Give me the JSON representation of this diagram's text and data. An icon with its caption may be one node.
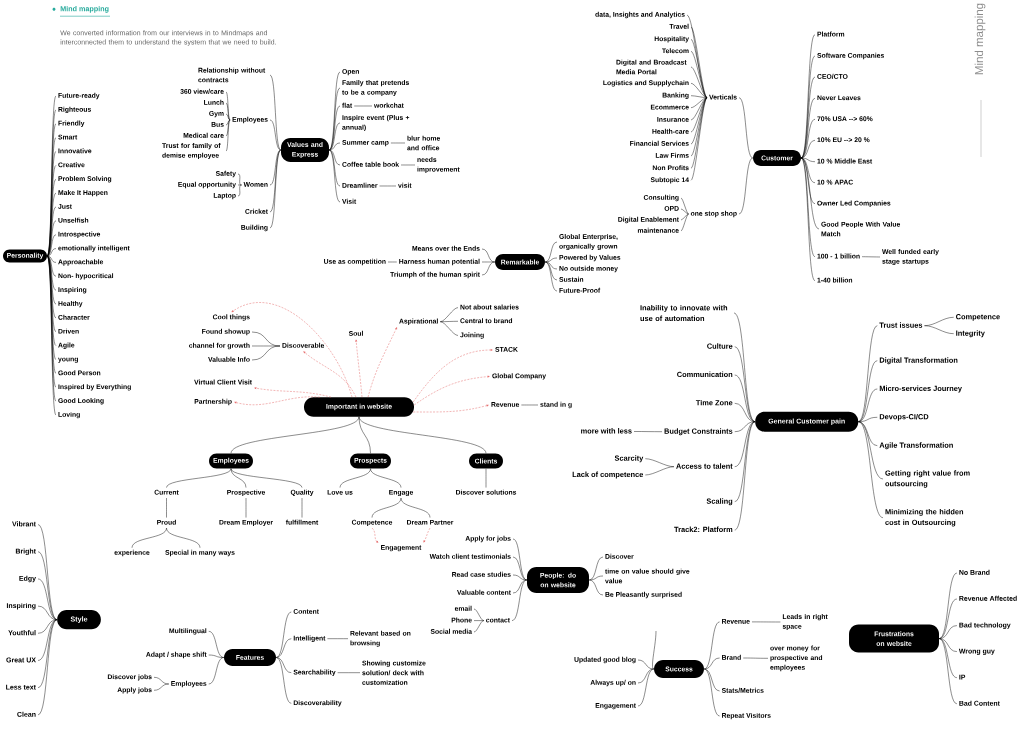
{
  "diagram": {
    "title": "Mind mapping",
    "nodes": [
      {
        "text": [
          "Personality"
        ]
      },
      {
        "text": [
          "Future-ready"
        ]
      },
      {
        "text": [
          "Righteous"
        ]
      },
      {
        "text": [
          "Friendly"
        ]
      },
      {
        "text": [
          "Smart"
        ]
      },
      {
        "text": [
          "Innovative"
        ]
      },
      {
        "text": [
          "Creative"
        ]
      },
      {
        "text": [
          "Problem Solving"
        ]
      },
      {
        "text": [
          "Make It Happen"
        ]
      },
      {
        "text": [
          "Just"
        ]
      },
      {
        "text": [
          "Unselfish"
        ]
      },
      {
        "text": [
          "Introspective"
        ]
      },
      {
        "text": [
          "emotionally intelligent"
        ]
      },
      {
        "text": [
          "Approachable"
        ]
      },
      {
        "text": [
          "Non- hypocritical"
        ]
      },
      {
        "text": [
          "Inspiring"
        ]
      },
      {
        "text": [
          "Healthy"
        ]
      },
      {
        "text": [
          "Character"
        ]
      },
      {
        "text": [
          "Driven"
        ]
      },
      {
        "text": [
          "Agile"
        ]
      },
      {
        "text": [
          "young"
        ]
      },
      {
        "text": [
          "Good Person"
        ]
      },
      {
        "text": [
          "Inspired by Everything"
        ]
      },
      {
        "text": [
          "Good Looking"
        ]
      },
      {
        "text": [
          "Loving"
        ]
      },
      {
        "text": [
          "Values and Express"
        ]
      },
      {
        "text": [
          "Relationship without contracts"
        ]
      },
      {
        "text": [
          "Employees"
        ]
      },
      {
        "text": [
          "360 view/care"
        ]
      },
      {
        "text": [
          "Lunch"
        ]
      },
      {
        "text": [
          "Gym"
        ]
      },
      {
        "text": [
          "Bus"
        ]
      },
      {
        "text": [
          "Medical care"
        ]
      },
      {
        "text": [
          "Trust for family of demise employee"
        ]
      },
      {
        "text": [
          "Women"
        ]
      },
      {
        "text": [
          "Safety"
        ]
      },
      {
        "text": [
          "Equal opportunity"
        ]
      },
      {
        "text": [
          "Laptop"
        ]
      },
      {
        "text": [
          "Cricket"
        ]
      },
      {
        "text": [
          "Building"
        ]
      },
      {
        "text": [
          "Open"
        ]
      },
      {
        "text": [
          "Family that pretends to be a company"
        ]
      },
      {
        "text": [
          "flat"
        ]
      },
      {
        "text": [
          "workchat"
        ]
      },
      {
        "text": [
          "Inspire event (Plus + annual)"
        ]
      },
      {
        "text": [
          "Summer camp"
        ]
      },
      {
        "text": [
          "blur home and office"
        ]
      },
      {
        "text": [
          "Coffee table book"
        ]
      },
      {
        "text": [
          "needs improvement"
        ]
      },
      {
        "text": [
          "Dreamliner"
        ]
      },
      {
        "text": [
          "visit"
        ]
      },
      {
        "text": [
          "Visit"
        ]
      },
      {
        "text": [
          "Remarkable"
        ]
      },
      {
        "text": [
          "Means over the Ends"
        ]
      },
      {
        "text": [
          "Harness human potential"
        ]
      },
      {
        "text": [
          "Use as competition"
        ]
      },
      {
        "text": [
          "Triumph of the human spirit"
        ]
      },
      {
        "text": [
          "Global Enterprise, organically grown"
        ]
      },
      {
        "text": [
          "Powered by Values"
        ]
      },
      {
        "text": [
          "No outside money"
        ]
      },
      {
        "text": [
          "Sustain"
        ]
      },
      {
        "text": [
          "Future-Proof"
        ]
      },
      {
        "text": [
          "Customer"
        ]
      },
      {
        "text": [
          "Verticals"
        ]
      },
      {
        "text": [
          "data, Insights and Analytics"
        ]
      },
      {
        "text": [
          "Travel"
        ]
      },
      {
        "text": [
          "Hospitality"
        ]
      },
      {
        "text": [
          "Telecom"
        ]
      },
      {
        "text": [
          "Digital and Broadcast Media Portal"
        ]
      },
      {
        "text": [
          "Logistics and Supplychain"
        ]
      },
      {
        "text": [
          "Banking"
        ]
      },
      {
        "text": [
          "Ecommerce"
        ]
      },
      {
        "text": [
          "Insurance"
        ]
      },
      {
        "text": [
          "Health-care"
        ]
      },
      {
        "text": [
          "Financial Services"
        ]
      },
      {
        "text": [
          "Law Firms"
        ]
      },
      {
        "text": [
          "Non Profits"
        ]
      },
      {
        "text": [
          "Subtopic 14"
        ]
      },
      {
        "text": [
          "one stop shop"
        ]
      },
      {
        "text": [
          "Consulting"
        ]
      },
      {
        "text": [
          "OPD"
        ]
      },
      {
        "text": [
          "Digital Enablement"
        ]
      },
      {
        "text": [
          "maintenance"
        ]
      },
      {
        "text": [
          "Platform"
        ]
      },
      {
        "text": [
          "Software Companies"
        ]
      },
      {
        "text": [
          "CEO/CTO"
        ]
      },
      {
        "text": [
          "Never Leaves"
        ]
      },
      {
        "text": [
          "70% USA --> 60%"
        ]
      },
      {
        "text": [
          "10% EU --> 20 %"
        ]
      },
      {
        "text": [
          "10 % Middle East"
        ]
      },
      {
        "text": [
          "10 % APAC"
        ]
      },
      {
        "text": [
          "Owner Led Companies"
        ]
      },
      {
        "text": [
          "Good People With Value Match"
        ]
      },
      {
        "text": [
          "100 - 1 billion"
        ]
      },
      {
        "text": [
          "Well funded early stage startups"
        ]
      },
      {
        "text": [
          "1-40 billion"
        ]
      },
      {
        "text": [
          "Important in website"
        ]
      },
      {
        "text": [
          "Cool things"
        ]
      },
      {
        "text": [
          "Discoverable"
        ]
      },
      {
        "text": [
          "Found showup"
        ]
      },
      {
        "text": [
          "channel for growth"
        ]
      },
      {
        "text": [
          "Valuable Info"
        ]
      },
      {
        "text": [
          "Soul"
        ]
      },
      {
        "text": [
          "Aspirational"
        ]
      },
      {
        "text": [
          "Not about salaries"
        ]
      },
      {
        "text": [
          "Central to brand"
        ]
      },
      {
        "text": [
          "Joining"
        ]
      },
      {
        "text": [
          "STACK"
        ]
      },
      {
        "text": [
          "Global Company"
        ]
      },
      {
        "text": [
          "Revenue"
        ]
      },
      {
        "text": [
          "stand in g"
        ]
      },
      {
        "text": [
          "Virtual Client Visit"
        ]
      },
      {
        "text": [
          "Partnership"
        ]
      },
      {
        "text": [
          "Employees"
        ]
      },
      {
        "text": [
          "Prospects"
        ]
      },
      {
        "text": [
          "Clients"
        ]
      },
      {
        "text": [
          "Current"
        ]
      },
      {
        "text": [
          "Prospective"
        ]
      },
      {
        "text": [
          "Quality"
        ]
      },
      {
        "text": [
          "Proud"
        ]
      },
      {
        "text": [
          "experience"
        ]
      },
      {
        "text": [
          "Special in many ways"
        ]
      },
      {
        "text": [
          "Dream Employer"
        ]
      },
      {
        "text": [
          "fulfillment"
        ]
      },
      {
        "text": [
          "Love us"
        ]
      },
      {
        "text": [
          "Engage"
        ]
      },
      {
        "text": [
          "Competence"
        ]
      },
      {
        "text": [
          "Dream Partner"
        ]
      },
      {
        "text": [
          "Engagement"
        ]
      },
      {
        "text": [
          "Discover solutions"
        ]
      },
      {
        "text": [
          "General Customer pain"
        ]
      },
      {
        "text": [
          "Inability to innovate with use of automation"
        ]
      },
      {
        "text": [
          "Culture"
        ]
      },
      {
        "text": [
          "Communication"
        ]
      },
      {
        "text": [
          "Time Zone"
        ]
      },
      {
        "text": [
          "Budget Constraints"
        ]
      },
      {
        "text": [
          "more with less"
        ]
      },
      {
        "text": [
          "Access to talent"
        ]
      },
      {
        "text": [
          "Scarcity"
        ]
      },
      {
        "text": [
          "Lack of competence"
        ]
      },
      {
        "text": [
          "Scaling"
        ]
      },
      {
        "text": [
          "Track2: Platform"
        ]
      },
      {
        "text": [
          "Trust issues"
        ]
      },
      {
        "text": [
          "Competence"
        ]
      },
      {
        "text": [
          "Integrity"
        ]
      },
      {
        "text": [
          "Digital Transformation"
        ]
      },
      {
        "text": [
          "Micro-services Journey"
        ]
      },
      {
        "text": [
          "Devops-CI/CD"
        ]
      },
      {
        "text": [
          "Agile Transformation"
        ]
      },
      {
        "text": [
          "Getting right value from outsourcing"
        ]
      },
      {
        "text": [
          "Minimizing the hidden cost in Outsourcing"
        ]
      },
      {
        "text": [
          "People: do on website"
        ]
      },
      {
        "text": [
          "Apply for jobs"
        ]
      },
      {
        "text": [
          "Watch client testimonials"
        ]
      },
      {
        "text": [
          "Read case studies"
        ]
      },
      {
        "text": [
          "Valuable content"
        ]
      },
      {
        "text": [
          "contact"
        ]
      },
      {
        "text": [
          "email"
        ]
      },
      {
        "text": [
          "Phone"
        ]
      },
      {
        "text": [
          "Social media"
        ]
      },
      {
        "text": [
          "Discover"
        ]
      },
      {
        "text": [
          "time on value should give value"
        ]
      },
      {
        "text": [
          "Be Pleasantly surprised"
        ]
      },
      {
        "text": [
          "Style"
        ]
      },
      {
        "text": [
          "Vibrant"
        ]
      },
      {
        "text": [
          "Bright"
        ]
      },
      {
        "text": [
          "Edgy"
        ]
      },
      {
        "text": [
          "Inspiring"
        ]
      },
      {
        "text": [
          "Youthful"
        ]
      },
      {
        "text": [
          "Great UX"
        ]
      },
      {
        "text": [
          "Less text"
        ]
      },
      {
        "text": [
          "Clean"
        ]
      },
      {
        "text": [
          "Features"
        ]
      },
      {
        "text": [
          "Multilingual"
        ]
      },
      {
        "text": [
          "Adapt / shape shift"
        ]
      },
      {
        "text": [
          "Employees"
        ]
      },
      {
        "text": [
          "Discover jobs"
        ]
      },
      {
        "text": [
          "Apply jobs"
        ]
      },
      {
        "text": [
          "Content"
        ]
      },
      {
        "text": [
          "Intelligent"
        ]
      },
      {
        "text": [
          "Relevant based on browsing"
        ]
      },
      {
        "text": [
          "Searchability"
        ]
      },
      {
        "text": [
          "Showing customize solution/ deck with customization"
        ]
      },
      {
        "text": [
          "Discoverability"
        ]
      },
      {
        "text": [
          "Success"
        ]
      },
      {
        "text": [
          "Updated good blog"
        ]
      },
      {
        "text": [
          "Always up/ on"
        ]
      },
      {
        "text": [
          "Engagement"
        ]
      },
      {
        "text": [
          "Revenue"
        ]
      },
      {
        "text": [
          "Leads in right space"
        ]
      },
      {
        "text": [
          "Brand"
        ]
      },
      {
        "text": [
          "over money for prospective and employees"
        ]
      },
      {
        "text": [
          "Stats/Metrics"
        ]
      },
      {
        "text": [
          "Repeat Visitors"
        ]
      },
      {
        "text": [
          "Frustrations on website"
        ]
      },
      {
        "text": [
          "No Brand"
        ]
      },
      {
        "text": [
          "Revenue Affected"
        ]
      },
      {
        "text": [
          "Bad technology"
        ]
      },
      {
        "text": [
          "Wrong guy"
        ]
      },
      {
        "text": [
          "IP"
        ]
      },
      {
        "text": [
          "Bad Content"
        ]
      }
    ],
    "edges": [
      {
        "from": 0,
        "to": 1,
        "arrow": "none"
      },
      {
        "from": 0,
        "to": 2,
        "arrow": "none"
      },
      {
        "from": 0,
        "to": 3,
        "arrow": "none"
      },
      {
        "from": 0,
        "to": 4,
        "arrow": "none"
      },
      {
        "from": 0,
        "to": 5,
        "arrow": "none"
      },
      {
        "from": 0,
        "to": 6,
        "arrow": "none"
      },
      {
        "from": 0,
        "to": 7,
        "arrow": "none"
      },
      {
        "from": 0,
        "to": 8,
        "arrow": "none"
      },
      {
        "from": 0,
        "to": 9,
        "arrow": "none"
      },
      {
        "from": 0,
        "to": 10,
        "arrow": "none"
      },
      {
        "from": 0,
        "to": 11,
        "arrow": "none"
      },
      {
        "from": 0,
        "to": 12,
        "arrow": "none"
      },
      {
        "from": 0,
        "to": 13,
        "arrow": "none"
      },
      {
        "from": 0,
        "to": 14,
        "arrow": "none"
      },
      {
        "from": 0,
        "to": 15,
        "arrow": "none"
      },
      {
        "from": 0,
        "to": 16,
        "arrow": "none"
      },
      {
        "from": 0,
        "to": 17,
        "arrow": "none"
      },
      {
        "from": 0,
        "to": 18,
        "arrow": "none"
      },
      {
        "from": 0,
        "to": 19,
        "arrow": "none"
      },
      {
        "from": 0,
        "to": 20,
        "arrow": "none"
      },
      {
        "from": 0,
        "to": 21,
        "arrow": "none"
      },
      {
        "from": 0,
        "to": 22,
        "arrow": "none"
      },
      {
        "from": 0,
        "to": 23,
        "arrow": "none"
      },
      {
        "from": 0,
        "to": 24,
        "arrow": "none"
      },
      {
        "from": 25,
        "to": 26,
        "arrow": "none"
      },
      {
        "from": 25,
        "to": 27,
        "arrow": "none"
      },
      {
        "from": 27,
        "to": 28,
        "arrow": "none"
      },
      {
        "from": 27,
        "to": 29,
        "arrow": "none"
      },
      {
        "from": 27,
        "to": 30,
        "arrow": "none"
      },
      {
        "from": 27,
        "to": 31,
        "arrow": "none"
      },
      {
        "from": 27,
        "to": 32,
        "arrow": "none"
      },
      {
        "from": 27,
        "to": 33,
        "arrow": "none"
      },
      {
        "from": 25,
        "to": 34,
        "arrow": "none"
      },
      {
        "from": 34,
        "to": 35,
        "arrow": "none"
      },
      {
        "from": 34,
        "to": 36,
        "arrow": "none"
      },
      {
        "from": 34,
        "to": 37,
        "arrow": "none"
      },
      {
        "from": 25,
        "to": 38,
        "arrow": "none"
      },
      {
        "from": 25,
        "to": 39,
        "arrow": "none"
      },
      {
        "from": 25,
        "to": 40,
        "arrow": "none"
      },
      {
        "from": 25,
        "to": 41,
        "arrow": "none"
      },
      {
        "from": 25,
        "to": 42,
        "arrow": "none"
      },
      {
        "from": 42,
        "to": 43,
        "arrow": "none"
      },
      {
        "from": 25,
        "to": 44,
        "arrow": "none"
      },
      {
        "from": 25,
        "to": 45,
        "arrow": "none"
      },
      {
        "from": 45,
        "to": 46,
        "arrow": "none"
      },
      {
        "from": 25,
        "to": 47,
        "arrow": "none"
      },
      {
        "from": 47,
        "to": 48,
        "arrow": "none"
      },
      {
        "from": 25,
        "to": 49,
        "arrow": "none"
      },
      {
        "from": 49,
        "to": 50,
        "arrow": "none"
      },
      {
        "from": 25,
        "to": 51,
        "arrow": "none"
      },
      {
        "from": 52,
        "to": 53,
        "arrow": "none"
      },
      {
        "from": 52,
        "to": 54,
        "arrow": "none"
      },
      {
        "from": 54,
        "to": 55,
        "arrow": "none"
      },
      {
        "from": 52,
        "to": 56,
        "arrow": "none"
      },
      {
        "from": 52,
        "to": 57,
        "arrow": "none"
      },
      {
        "from": 52,
        "to": 58,
        "arrow": "none"
      },
      {
        "from": 52,
        "to": 59,
        "arrow": "none"
      },
      {
        "from": 52,
        "to": 60,
        "arrow": "none"
      },
      {
        "from": 52,
        "to": 61,
        "arrow": "none"
      },
      {
        "from": 62,
        "to": 63,
        "arrow": "none"
      },
      {
        "from": 63,
        "to": 64,
        "arrow": "none"
      },
      {
        "from": 63,
        "to": 65,
        "arrow": "none"
      },
      {
        "from": 63,
        "to": 66,
        "arrow": "none"
      },
      {
        "from": 63,
        "to": 67,
        "arrow": "none"
      },
      {
        "from": 63,
        "to": 68,
        "arrow": "none"
      },
      {
        "from": 63,
        "to": 69,
        "arrow": "none"
      },
      {
        "from": 63,
        "to": 70,
        "arrow": "none"
      },
      {
        "from": 63,
        "to": 71,
        "arrow": "none"
      },
      {
        "from": 63,
        "to": 72,
        "arrow": "none"
      },
      {
        "from": 63,
        "to": 73,
        "arrow": "none"
      },
      {
        "from": 63,
        "to": 74,
        "arrow": "none"
      },
      {
        "from": 63,
        "to": 75,
        "arrow": "none"
      },
      {
        "from": 63,
        "to": 76,
        "arrow": "none"
      },
      {
        "from": 63,
        "to": 77,
        "arrow": "none"
      },
      {
        "from": 62,
        "to": 78,
        "arrow": "none"
      },
      {
        "from": 78,
        "to": 79,
        "arrow": "none"
      },
      {
        "from": 78,
        "to": 80,
        "arrow": "none"
      },
      {
        "from": 78,
        "to": 81,
        "arrow": "none"
      },
      {
        "from": 78,
        "to": 82,
        "arrow": "none"
      },
      {
        "from": 62,
        "to": 83,
        "arrow": "none"
      },
      {
        "from": 62,
        "to": 84,
        "arrow": "none"
      },
      {
        "from": 62,
        "to": 85,
        "arrow": "none"
      },
      {
        "from": 62,
        "to": 86,
        "arrow": "none"
      },
      {
        "from": 62,
        "to": 87,
        "arrow": "none"
      },
      {
        "from": 62,
        "to": 88,
        "arrow": "none"
      },
      {
        "from": 62,
        "to": 89,
        "arrow": "none"
      },
      {
        "from": 62,
        "to": 90,
        "arrow": "none"
      },
      {
        "from": 62,
        "to": 91,
        "arrow": "none"
      },
      {
        "from": 62,
        "to": 92,
        "arrow": "none"
      },
      {
        "from": 62,
        "to": 93,
        "arrow": "none"
      },
      {
        "from": 93,
        "to": 94,
        "arrow": "none"
      },
      {
        "from": 62,
        "to": 95,
        "arrow": "none"
      },
      {
        "from": 96,
        "to": 97,
        "arrow": "to",
        "style": "dashed",
        "color": "#e35d5d"
      },
      {
        "from": 96,
        "to": 98,
        "arrow": "to",
        "style": "dashed",
        "color": "#e35d5d"
      },
      {
        "from": 98,
        "to": 99,
        "arrow": "none"
      },
      {
        "from": 98,
        "to": 100,
        "arrow": "none"
      },
      {
        "from": 98,
        "to": 101,
        "arrow": "none"
      },
      {
        "from": 96,
        "to": 102,
        "arrow": "to",
        "style": "dashed",
        "color": "#e35d5d"
      },
      {
        "from": 96,
        "to": 103,
        "arrow": "to",
        "style": "dashed",
        "color": "#e35d5d"
      },
      {
        "from": 103,
        "to": 104,
        "arrow": "none"
      },
      {
        "from": 103,
        "to": 105,
        "arrow": "none"
      },
      {
        "from": 103,
        "to": 106,
        "arrow": "none"
      },
      {
        "from": 96,
        "to": 107,
        "arrow": "to",
        "style": "dashed",
        "color": "#e35d5d"
      },
      {
        "from": 96,
        "to": 108,
        "arrow": "to",
        "style": "dashed",
        "color": "#e35d5d"
      },
      {
        "from": 96,
        "to": 109,
        "arrow": "to",
        "style": "dashed",
        "color": "#e35d5d"
      },
      {
        "from": 109,
        "to": 110,
        "arrow": "none"
      },
      {
        "from": 96,
        "to": 111,
        "arrow": "to",
        "style": "dashed",
        "color": "#e35d5d"
      },
      {
        "from": 96,
        "to": 112,
        "arrow": "to",
        "style": "dashed",
        "color": "#e35d5d"
      },
      {
        "from": 96,
        "to": 113,
        "arrow": "none"
      },
      {
        "from": 96,
        "to": 114,
        "arrow": "none"
      },
      {
        "from": 96,
        "to": 115,
        "arrow": "none"
      },
      {
        "from": 113,
        "to": 116,
        "arrow": "none"
      },
      {
        "from": 113,
        "to": 117,
        "arrow": "none"
      },
      {
        "from": 113,
        "to": 118,
        "arrow": "none"
      },
      {
        "from": 116,
        "to": 119,
        "arrow": "none"
      },
      {
        "from": 119,
        "to": 120,
        "arrow": "none"
      },
      {
        "from": 119,
        "to": 121,
        "arrow": "none"
      },
      {
        "from": 117,
        "to": 122,
        "arrow": "none"
      },
      {
        "from": 118,
        "to": 123,
        "arrow": "none"
      },
      {
        "from": 114,
        "to": 124,
        "arrow": "none"
      },
      {
        "from": 114,
        "to": 125,
        "arrow": "none"
      },
      {
        "from": 125,
        "to": 126,
        "arrow": "none"
      },
      {
        "from": 125,
        "to": 127,
        "arrow": "none"
      },
      {
        "from": 126,
        "to": 128,
        "arrow": "to",
        "style": "dashed",
        "color": "#e35d5d"
      },
      {
        "from": 127,
        "to": 128,
        "arrow": "to",
        "style": "dashed",
        "color": "#e35d5d"
      },
      {
        "from": 115,
        "to": 129,
        "arrow": "none"
      },
      {
        "from": 130,
        "to": 131,
        "arrow": "none"
      },
      {
        "from": 130,
        "to": 132,
        "arrow": "none"
      },
      {
        "from": 130,
        "to": 133,
        "arrow": "none"
      },
      {
        "from": 130,
        "to": 134,
        "arrow": "none"
      },
      {
        "from": 130,
        "to": 135,
        "arrow": "none"
      },
      {
        "from": 135,
        "to": 136,
        "arrow": "none"
      },
      {
        "from": 130,
        "to": 137,
        "arrow": "none"
      },
      {
        "from": 137,
        "to": 138,
        "arrow": "none"
      },
      {
        "from": 137,
        "to": 139,
        "arrow": "none"
      },
      {
        "from": 130,
        "to": 140,
        "arrow": "none"
      },
      {
        "from": 130,
        "to": 141,
        "arrow": "none"
      },
      {
        "from": 130,
        "to": 142,
        "arrow": "none"
      },
      {
        "from": 142,
        "to": 143,
        "arrow": "none"
      },
      {
        "from": 142,
        "to": 144,
        "arrow": "none"
      },
      {
        "from": 130,
        "to": 145,
        "arrow": "none"
      },
      {
        "from": 130,
        "to": 146,
        "arrow": "none"
      },
      {
        "from": 130,
        "to": 147,
        "arrow": "none"
      },
      {
        "from": 130,
        "to": 148,
        "arrow": "none"
      },
      {
        "from": 130,
        "to": 149,
        "arrow": "none"
      },
      {
        "from": 130,
        "to": 150,
        "arrow": "none"
      },
      {
        "from": 151,
        "to": 152,
        "arrow": "none"
      },
      {
        "from": 151,
        "to": 153,
        "arrow": "none"
      },
      {
        "from": 151,
        "to": 154,
        "arrow": "none"
      },
      {
        "from": 151,
        "to": 155,
        "arrow": "none"
      },
      {
        "from": 151,
        "to": 156,
        "arrow": "none"
      },
      {
        "from": 156,
        "to": 157,
        "arrow": "none"
      },
      {
        "from": 156,
        "to": 158,
        "arrow": "none"
      },
      {
        "from": 156,
        "to": 159,
        "arrow": "none"
      },
      {
        "from": 151,
        "to": 160,
        "arrow": "none"
      },
      {
        "from": 151,
        "to": 161,
        "arrow": "none"
      },
      {
        "from": 151,
        "to": 162,
        "arrow": "none"
      },
      {
        "from": 163,
        "to": 164,
        "arrow": "none"
      },
      {
        "from": 163,
        "to": 165,
        "arrow": "none"
      },
      {
        "from": 163,
        "to": 166,
        "arrow": "none"
      },
      {
        "from": 163,
        "to": 167,
        "arrow": "none"
      },
      {
        "from": 163,
        "to": 168,
        "arrow": "none"
      },
      {
        "from": 163,
        "to": 169,
        "arrow": "none"
      },
      {
        "from": 163,
        "to": 170,
        "arrow": "none"
      },
      {
        "from": 163,
        "to": 171,
        "arrow": "none"
      },
      {
        "from": 172,
        "to": 173,
        "arrow": "none"
      },
      {
        "from": 172,
        "to": 174,
        "arrow": "none"
      },
      {
        "from": 172,
        "to": 175,
        "arrow": "none"
      },
      {
        "from": 175,
        "to": 176,
        "arrow": "none"
      },
      {
        "from": 175,
        "to": 177,
        "arrow": "none"
      },
      {
        "from": 172,
        "to": 178,
        "arrow": "none"
      },
      {
        "from": 172,
        "to": 179,
        "arrow": "none"
      },
      {
        "from": 179,
        "to": 180,
        "arrow": "none"
      },
      {
        "from": 172,
        "to": 181,
        "arrow": "none"
      },
      {
        "from": 181,
        "to": 182,
        "arrow": "none"
      },
      {
        "from": 172,
        "to": 183,
        "arrow": "none"
      },
      {
        "from": 184,
        "to": 185,
        "arrow": "none"
      },
      {
        "from": 184,
        "to": 186,
        "arrow": "none"
      },
      {
        "from": 184,
        "to": 187,
        "arrow": "none"
      },
      {
        "from": 184,
        "to": 188,
        "arrow": "none"
      },
      {
        "from": 188,
        "to": 189,
        "arrow": "none"
      },
      {
        "from": 184,
        "to": 190,
        "arrow": "none"
      },
      {
        "from": 190,
        "to": 191,
        "arrow": "none"
      },
      {
        "from": 184,
        "to": 192,
        "arrow": "none"
      },
      {
        "from": 184,
        "to": 193,
        "arrow": "none"
      },
      {
        "from": 184,
        "to": null,
        "arrow": "none"
      },
      {
        "from": 194,
        "to": 195,
        "arrow": "none"
      },
      {
        "from": 194,
        "to": 196,
        "arrow": "none"
      },
      {
        "from": 194,
        "to": 197,
        "arrow": "none"
      },
      {
        "from": 194,
        "to": 198,
        "arrow": "none"
      },
      {
        "from": 194,
        "to": 199,
        "arrow": "none"
      },
      {
        "from": 194,
        "to": 200,
        "arrow": "none"
      }
    ],
    "labels": [
      "We converted information from our interviews in to Mindmaps and interconnected them to understand the system that we need to build.",
      "Mind mapping"
    ]
  }
}
